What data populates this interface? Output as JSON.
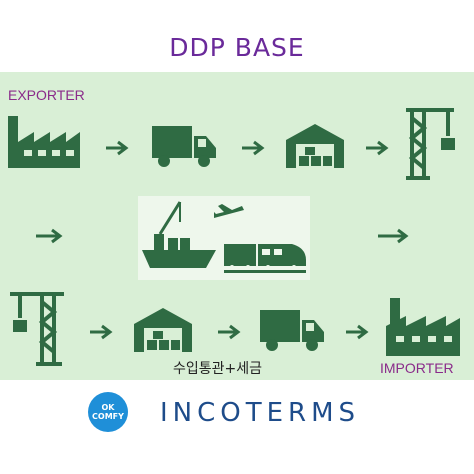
{
  "header": {
    "title": "DDP BASE"
  },
  "labels": {
    "exporter": "EXPORTER",
    "importer": "IMPORTER",
    "customs": "수입통관+세금"
  },
  "footer": {
    "brand_badge_line1": "OK",
    "brand_badge_line2": "COMFY",
    "brand_text": "INCOTERMS"
  },
  "colors": {
    "icon": "#2f6b43",
    "panel_bg": "#d9efd6",
    "title": "#6a2a9a",
    "label": "#8a2b8a",
    "footer_text": "#1e4c8a",
    "badge": "#1f8fd8"
  },
  "icons": [
    "factory-icon",
    "truck-icon",
    "warehouse-icon",
    "crane-icon",
    "ship-icon",
    "airplane-icon",
    "train-icon"
  ]
}
